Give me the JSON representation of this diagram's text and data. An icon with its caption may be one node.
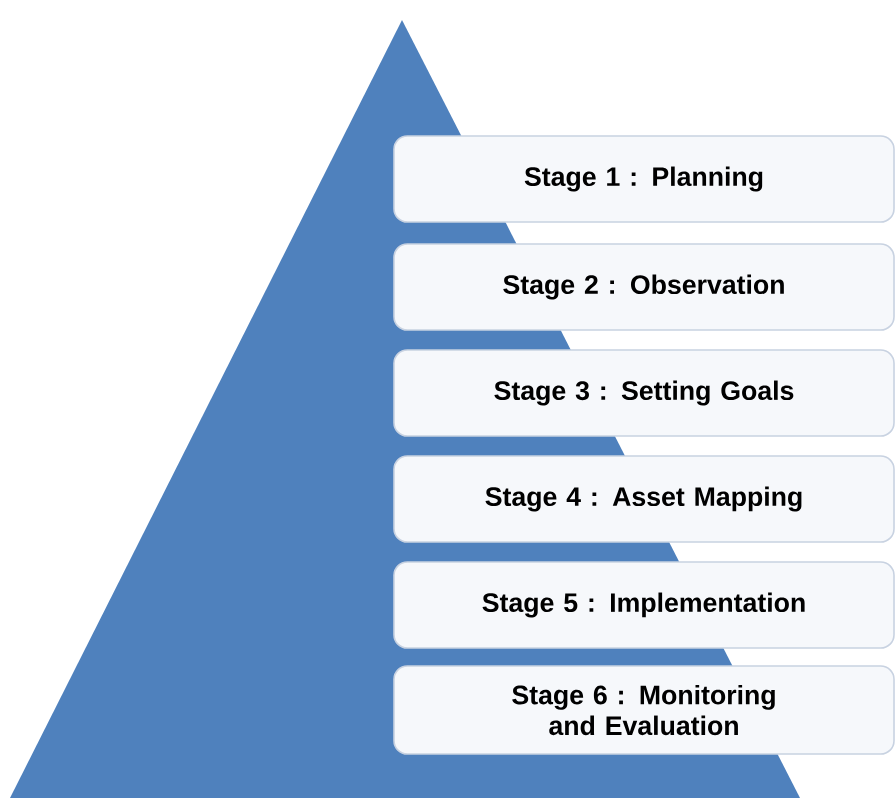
{
  "diagram": {
    "nodes": [
      {
        "text": [
          "Stage 1 : Planning"
        ]
      },
      {
        "text": [
          "Stage 2 : Observation"
        ]
      },
      {
        "text": [
          "Stage 3 : Setting Goals"
        ]
      },
      {
        "text": [
          "Stage 4 : Asset Mapping"
        ]
      },
      {
        "text": [
          "Stage 5 : Implementation"
        ]
      },
      {
        "text": [
          "Stage 6 : Monitoring and Evaluation"
        ]
      }
    ]
  }
}
